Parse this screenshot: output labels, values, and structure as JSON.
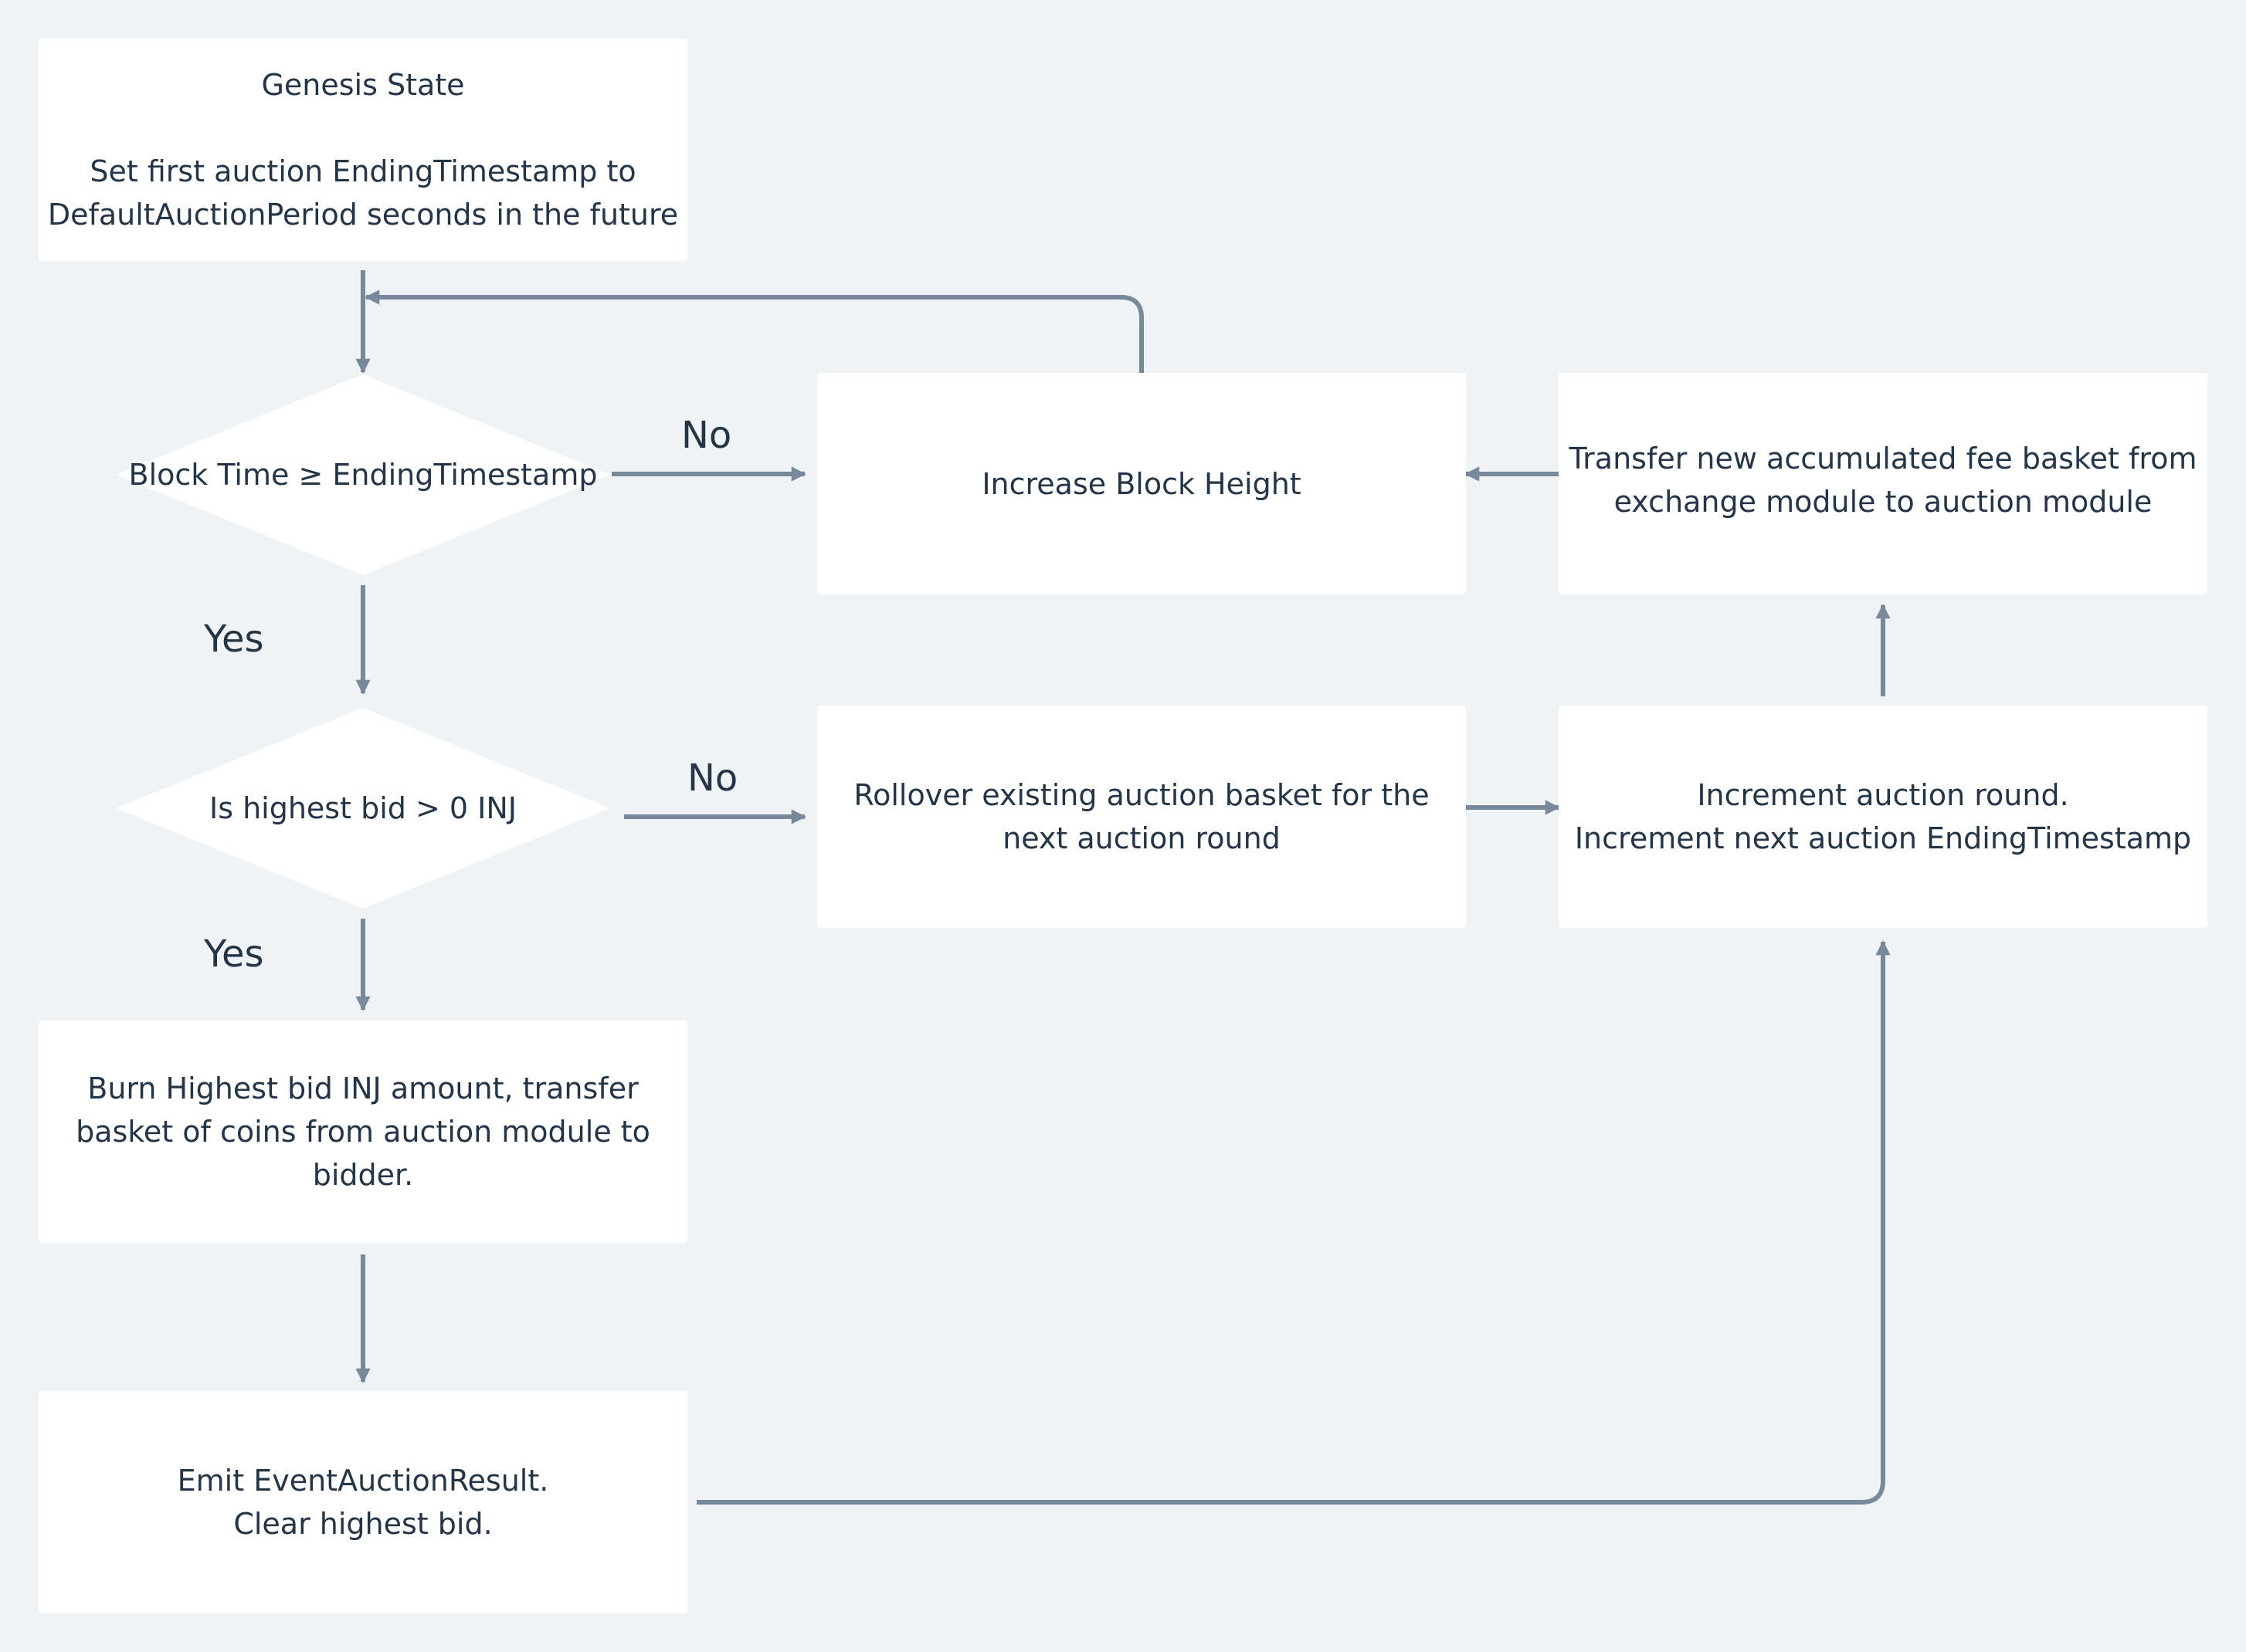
{
  "nodes": {
    "genesis": {
      "title": "Genesis State",
      "line1": "Set first auction EndingTimestamp to",
      "line2": "DefaultAuctionPeriod seconds in the future"
    },
    "decision_block_time": {
      "label": "Block Time ≥ EndingTimestamp"
    },
    "increase_block_height": {
      "label": "Increase Block Height"
    },
    "transfer_fee_basket": {
      "line1": "Transfer new accumulated fee basket from",
      "line2": "exchange module to auction module"
    },
    "decision_highest_bid": {
      "label": "Is highest bid > 0 INJ"
    },
    "rollover_basket": {
      "line1": "Rollover existing auction basket for the",
      "line2": "next auction round"
    },
    "increment_round": {
      "line1": "Increment auction round.",
      "line2": "Increment next auction EndingTimestamp"
    },
    "burn_bid": {
      "line1": "Burn Highest bid INJ amount, transfer",
      "line2": "basket of coins from auction module to",
      "line3": "bidder."
    },
    "emit_event": {
      "line1": "Emit EventAuctionResult.",
      "line2": "Clear highest bid."
    }
  },
  "edge_labels": {
    "no_1": "No",
    "yes_1": "Yes",
    "no_2": "No",
    "yes_2": "Yes"
  },
  "colors": {
    "background": "#f0f3f6",
    "node_fill": "#ffffff",
    "connector": "#77899b",
    "text": "#243547"
  }
}
